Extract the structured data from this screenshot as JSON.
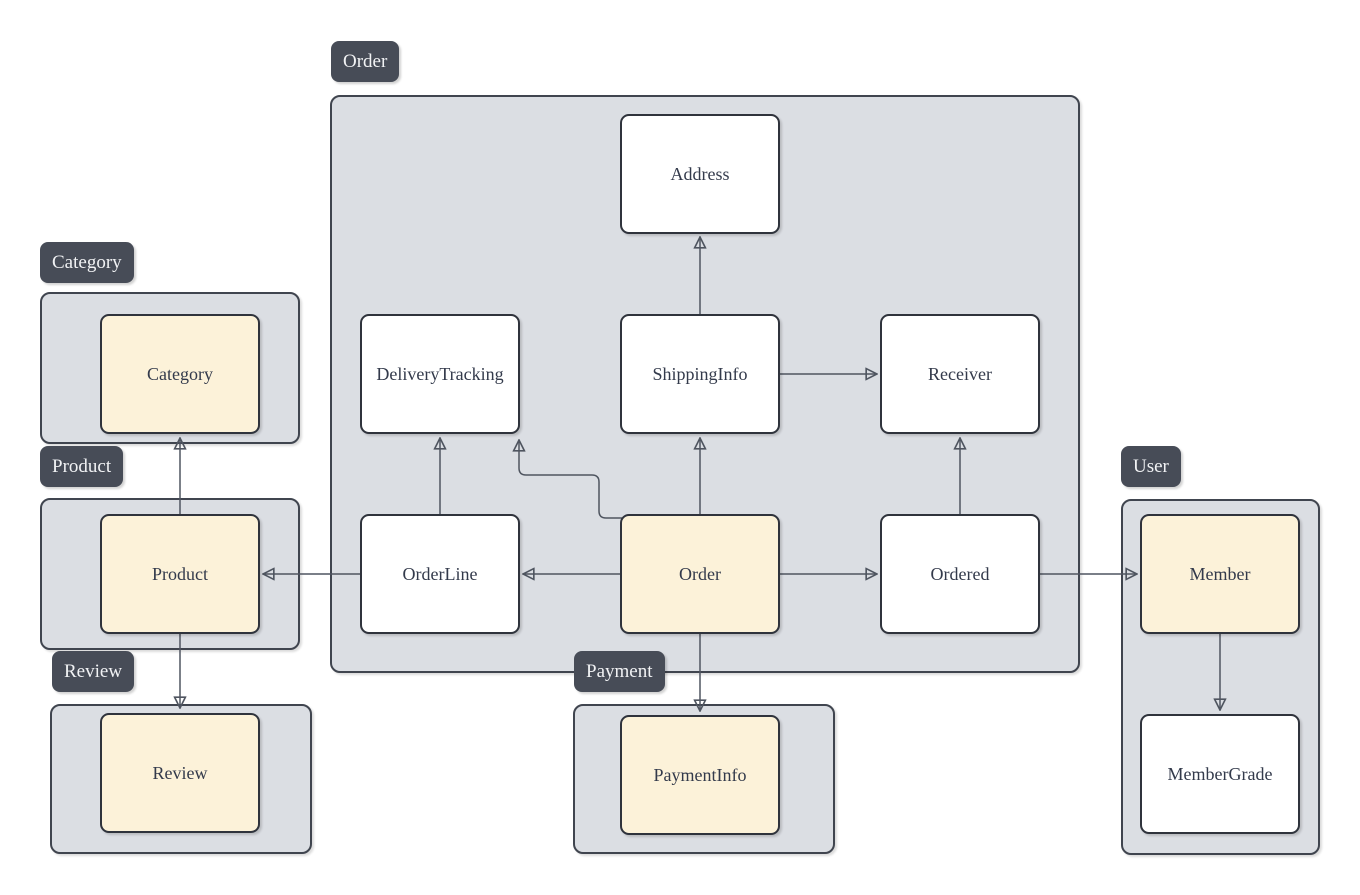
{
  "diagram_type": "bounded-context-domain-model",
  "colors": {
    "background": "#ffffff",
    "context_fill": "#dbdee3",
    "context_border": "#40454f",
    "node_fill": "#ffffff",
    "node_accent_fill": "#fcf2d9",
    "node_border": "#2f333c",
    "node_text": "#333a4b",
    "badge_fill": "#474c57",
    "badge_text": "#f1f2f4",
    "arrow": "#4f5560"
  },
  "badges": {
    "order": "Order",
    "category": "Category",
    "product": "Product",
    "review": "Review",
    "payment": "Payment",
    "user": "User"
  },
  "nodes": {
    "address": {
      "label": "Address",
      "context": "Order",
      "accent": false
    },
    "deliverytracking": {
      "label": "DeliveryTracking",
      "context": "Order",
      "accent": false
    },
    "shippinginfo": {
      "label": "ShippingInfo",
      "context": "Order",
      "accent": false
    },
    "receiver": {
      "label": "Receiver",
      "context": "Order",
      "accent": false
    },
    "orderline": {
      "label": "OrderLine",
      "context": "Order",
      "accent": false
    },
    "order": {
      "label": "Order",
      "context": "Order",
      "accent": true
    },
    "ordered": {
      "label": "Ordered",
      "context": "Order",
      "accent": false
    },
    "category": {
      "label": "Category",
      "context": "Category",
      "accent": true
    },
    "product": {
      "label": "Product",
      "context": "Product",
      "accent": true
    },
    "review": {
      "label": "Review",
      "context": "Review",
      "accent": true
    },
    "paymentinfo": {
      "label": "PaymentInfo",
      "context": "Payment",
      "accent": true
    },
    "member": {
      "label": "Member",
      "context": "User",
      "accent": true
    },
    "membergrade": {
      "label": "MemberGrade",
      "context": "User",
      "accent": false
    }
  },
  "edges": [
    {
      "from": "ShippingInfo",
      "to": "Address"
    },
    {
      "from": "ShippingInfo",
      "to": "Receiver"
    },
    {
      "from": "Order",
      "to": "ShippingInfo"
    },
    {
      "from": "Order",
      "to": "OrderLine"
    },
    {
      "from": "Order",
      "to": "DeliveryTracking"
    },
    {
      "from": "Order",
      "to": "Ordered"
    },
    {
      "from": "Order",
      "to": "PaymentInfo"
    },
    {
      "from": "OrderLine",
      "to": "DeliveryTracking"
    },
    {
      "from": "OrderLine",
      "to": "Product"
    },
    {
      "from": "Ordered",
      "to": "Receiver"
    },
    {
      "from": "Ordered",
      "to": "Member"
    },
    {
      "from": "Member",
      "to": "MemberGrade"
    },
    {
      "from": "Product",
      "to": "Category"
    },
    {
      "from": "Product",
      "to": "Review"
    }
  ]
}
